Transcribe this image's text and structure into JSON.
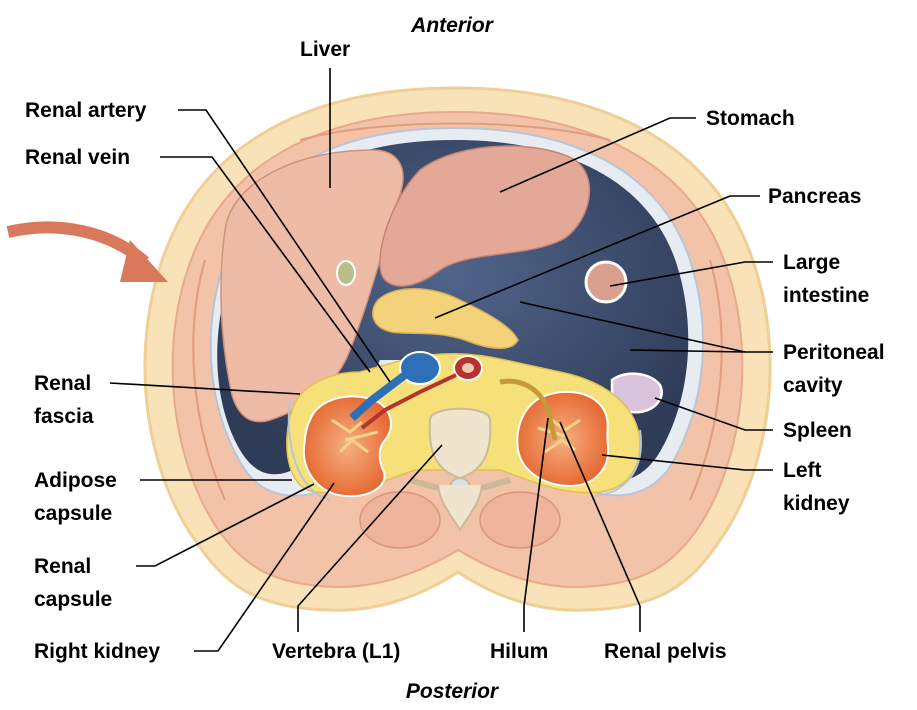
{
  "orientation": {
    "anterior": "Anterior",
    "posterior": "Posterior"
  },
  "labels": {
    "liver": "Liver",
    "renal_artery": "Renal artery",
    "renal_vein": "Renal vein",
    "stomach": "Stomach",
    "pancreas": "Pancreas",
    "large_intestine_line1": "Large",
    "large_intestine_line2": "intestine",
    "peritoneal_cavity_line1": "Peritoneal",
    "peritoneal_cavity_line2": "cavity",
    "spleen": "Spleen",
    "left_kidney_line1": "Left",
    "left_kidney_line2": "kidney",
    "renal_fascia_line1": "Renal",
    "renal_fascia_line2": "fascia",
    "adipose_capsule_line1": "Adipose",
    "adipose_capsule_line2": "capsule",
    "renal_capsule_line1": "Renal",
    "renal_capsule_line2": "capsule",
    "right_kidney": "Right kidney",
    "vertebra": "Vertebra (L1)",
    "hilum": "Hilum",
    "renal_pelvis": "Renal pelvis"
  },
  "icons": {
    "view_arrow": "curved-arrow-icon"
  },
  "colors": {
    "skin": "#f9e2b8",
    "muscle": "#eeb49c",
    "liver": "#eebba6",
    "peritoneal_cavity": "#3c4e6e",
    "fat": "#f5e07a",
    "kidney_cortex": "#f08246",
    "renal_vein": "#2f6fb8",
    "renal_artery": "#b8322d",
    "spleen": "#d9c3dc",
    "bone": "#efe5cf",
    "arrow": "#d9785a"
  }
}
